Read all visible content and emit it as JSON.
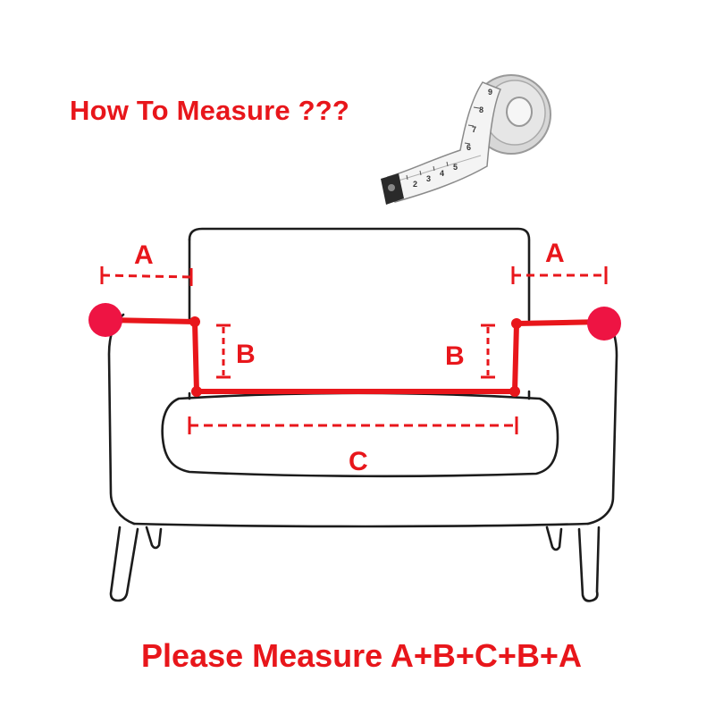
{
  "header": {
    "title": "How To Measure ???"
  },
  "tape": {
    "icon": "measuring-tape-icon",
    "digits": [
      "2",
      "3",
      "4",
      "5",
      "6",
      "7",
      "8",
      "9"
    ]
  },
  "labels": {
    "left_a": "A",
    "right_a": "A",
    "left_b": "B",
    "right_b": "B",
    "c": "C"
  },
  "footer": {
    "text": "Please Measure A+B+C+B+A"
  },
  "colors": {
    "accent": "#e8161b",
    "marker": "#ee1443",
    "outline": "#1c1c1c",
    "tape_body": "#dcdcdc"
  }
}
